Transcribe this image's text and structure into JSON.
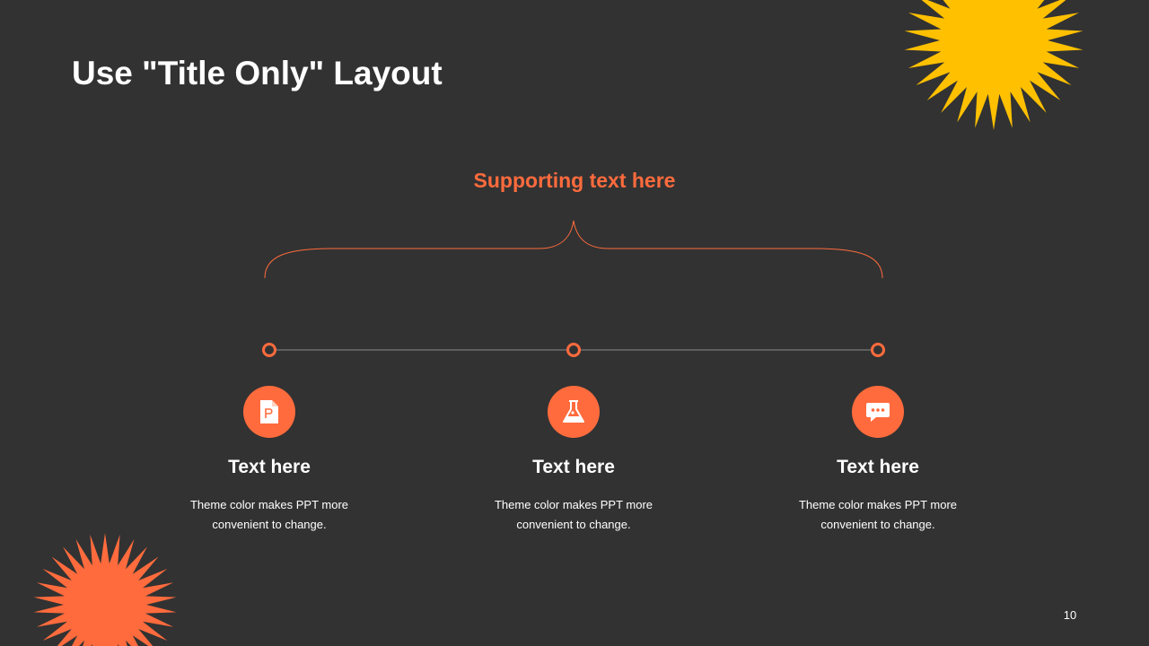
{
  "slide": {
    "title": "Use \"Title Only\" Layout",
    "supporting_text": "Supporting text here",
    "page_number": "10"
  },
  "columns": [
    {
      "icon": "document-icon",
      "heading": "Text here",
      "body": "Theme color makes PPT more convenient  to change."
    },
    {
      "icon": "flask-icon",
      "heading": "Text here",
      "body": "Theme color makes PPT more convenient  to change."
    },
    {
      "icon": "chat-bubble-icon",
      "heading": "Text here",
      "body": "Theme color makes PPT more convenient  to change."
    }
  ],
  "colors": {
    "background": "#323232",
    "accent_orange": "#ff6b3d",
    "accent_yellow": "#ffc000",
    "text": "#ffffff"
  }
}
